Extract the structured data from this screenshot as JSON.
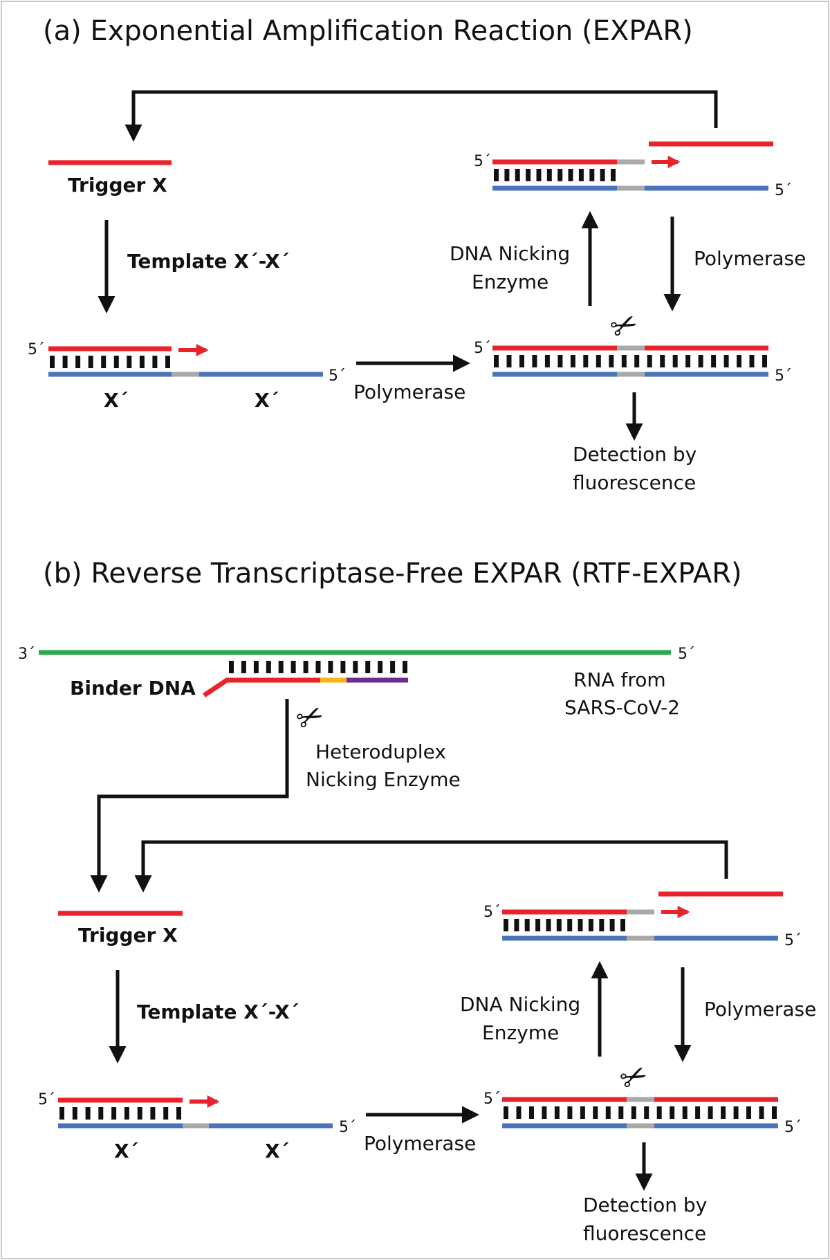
{
  "colors": {
    "red": "#e8232c",
    "blue": "#4a73b8",
    "gray": "#a9a9a9",
    "green": "#2ea84a",
    "yellow": "#f4b41a",
    "purple": "#6a2c91",
    "black": "#111111",
    "frame": "#c8c8c8"
  },
  "panel_a": {
    "title": "(a) Exponential Amplification Reaction (EXPAR)",
    "trigger_label": "Trigger X",
    "template_label": "Template X´-X´",
    "x_prime_left": "X´",
    "x_prime_right": "X´",
    "polymerase_mid": "Polymerase",
    "polymerase_right": "Polymerase",
    "nicking_line1": "DNA Nicking",
    "nicking_line2": "Enzyme",
    "detection_line1": "Detection by",
    "detection_line2": "fluorescence",
    "five_prime": "5´"
  },
  "panel_b": {
    "title": "(b) Reverse Transcriptase-Free EXPAR (RTF-EXPAR)",
    "three_prime": "3´",
    "five_prime": "5´",
    "binder_label": "Binder DNA",
    "rna_line1": "RNA from",
    "rna_line2": "SARS-CoV-2",
    "hetero_line1": "Heteroduplex",
    "hetero_line2": "Nicking Enzyme",
    "trigger_label": "Trigger X",
    "template_label": "Template X´-X´",
    "x_prime_left": "X´",
    "x_prime_right": "X´",
    "polymerase_mid": "Polymerase",
    "polymerase_right": "Polymerase",
    "nicking_line1": "DNA Nicking",
    "nicking_line2": "Enzyme",
    "detection_line1": "Detection by",
    "detection_line2": "fluorescence",
    "scissors_glyph": "✂"
  }
}
